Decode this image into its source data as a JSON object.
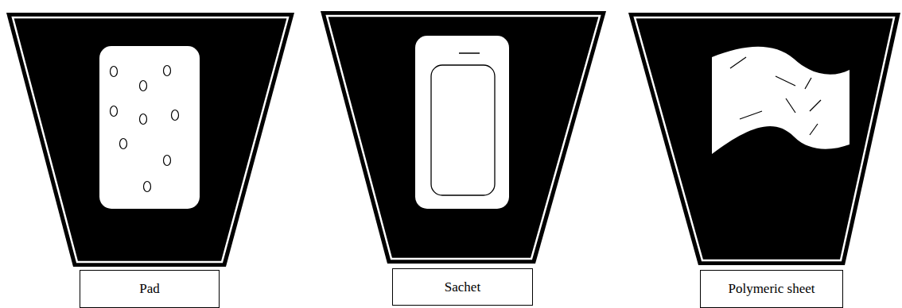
{
  "diagram": {
    "nodes": [
      {
        "text": [
          "Pad"
        ]
      },
      {
        "text": [
          "Sachet"
        ]
      },
      {
        "text": [
          "Polymeric sheet"
        ]
      }
    ]
  }
}
